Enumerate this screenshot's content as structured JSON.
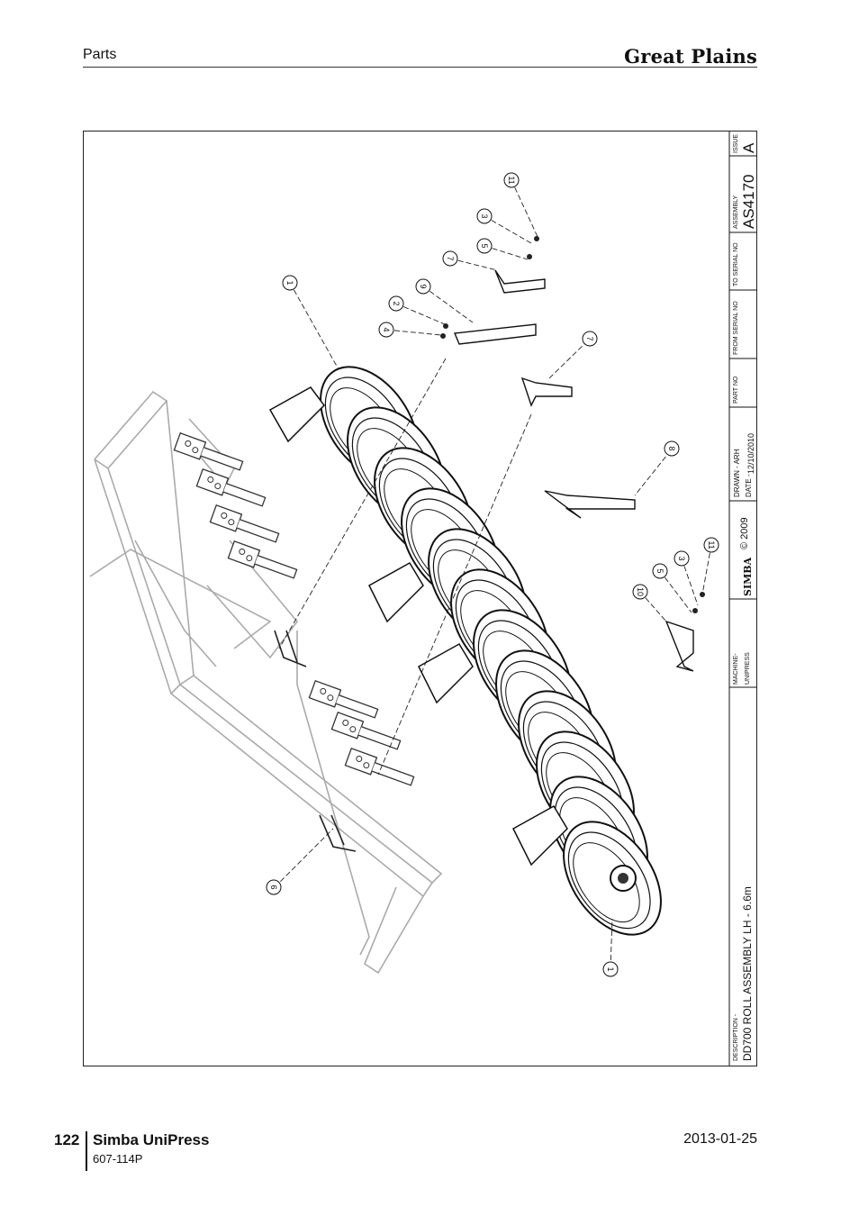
{
  "header": {
    "section": "Parts",
    "brand": "Great Plains"
  },
  "title_block": {
    "issue_label": "ISSUE",
    "issue": "A",
    "assembly_label": "ASSEMBLY",
    "assembly": "AS4170",
    "to_serial_label": "TO SERIAL NO",
    "from_serial_label": "FROM SERIAL NO",
    "part_no_label": "PART NO",
    "drawn_label": "DRAWN - ARH",
    "date_label": "DATE -",
    "date": "12/10/2010",
    "logo": "SIMBA",
    "copyright": "© 2009",
    "machine_label": "MACHINE-",
    "machine": "UNIPRESS",
    "description_label": "DESCRIPTION -",
    "description": "DD700 ROLL ASSEMBLY LH - 6.6m"
  },
  "callouts": [
    "11",
    "3",
    "5",
    "7",
    "1",
    "9",
    "2",
    "4",
    "7",
    "8",
    "11",
    "3",
    "5",
    "10",
    "6",
    "1"
  ],
  "footer": {
    "page": "122",
    "title": "Simba UniPress",
    "doc": "607-114P",
    "date": "2013-01-25"
  }
}
